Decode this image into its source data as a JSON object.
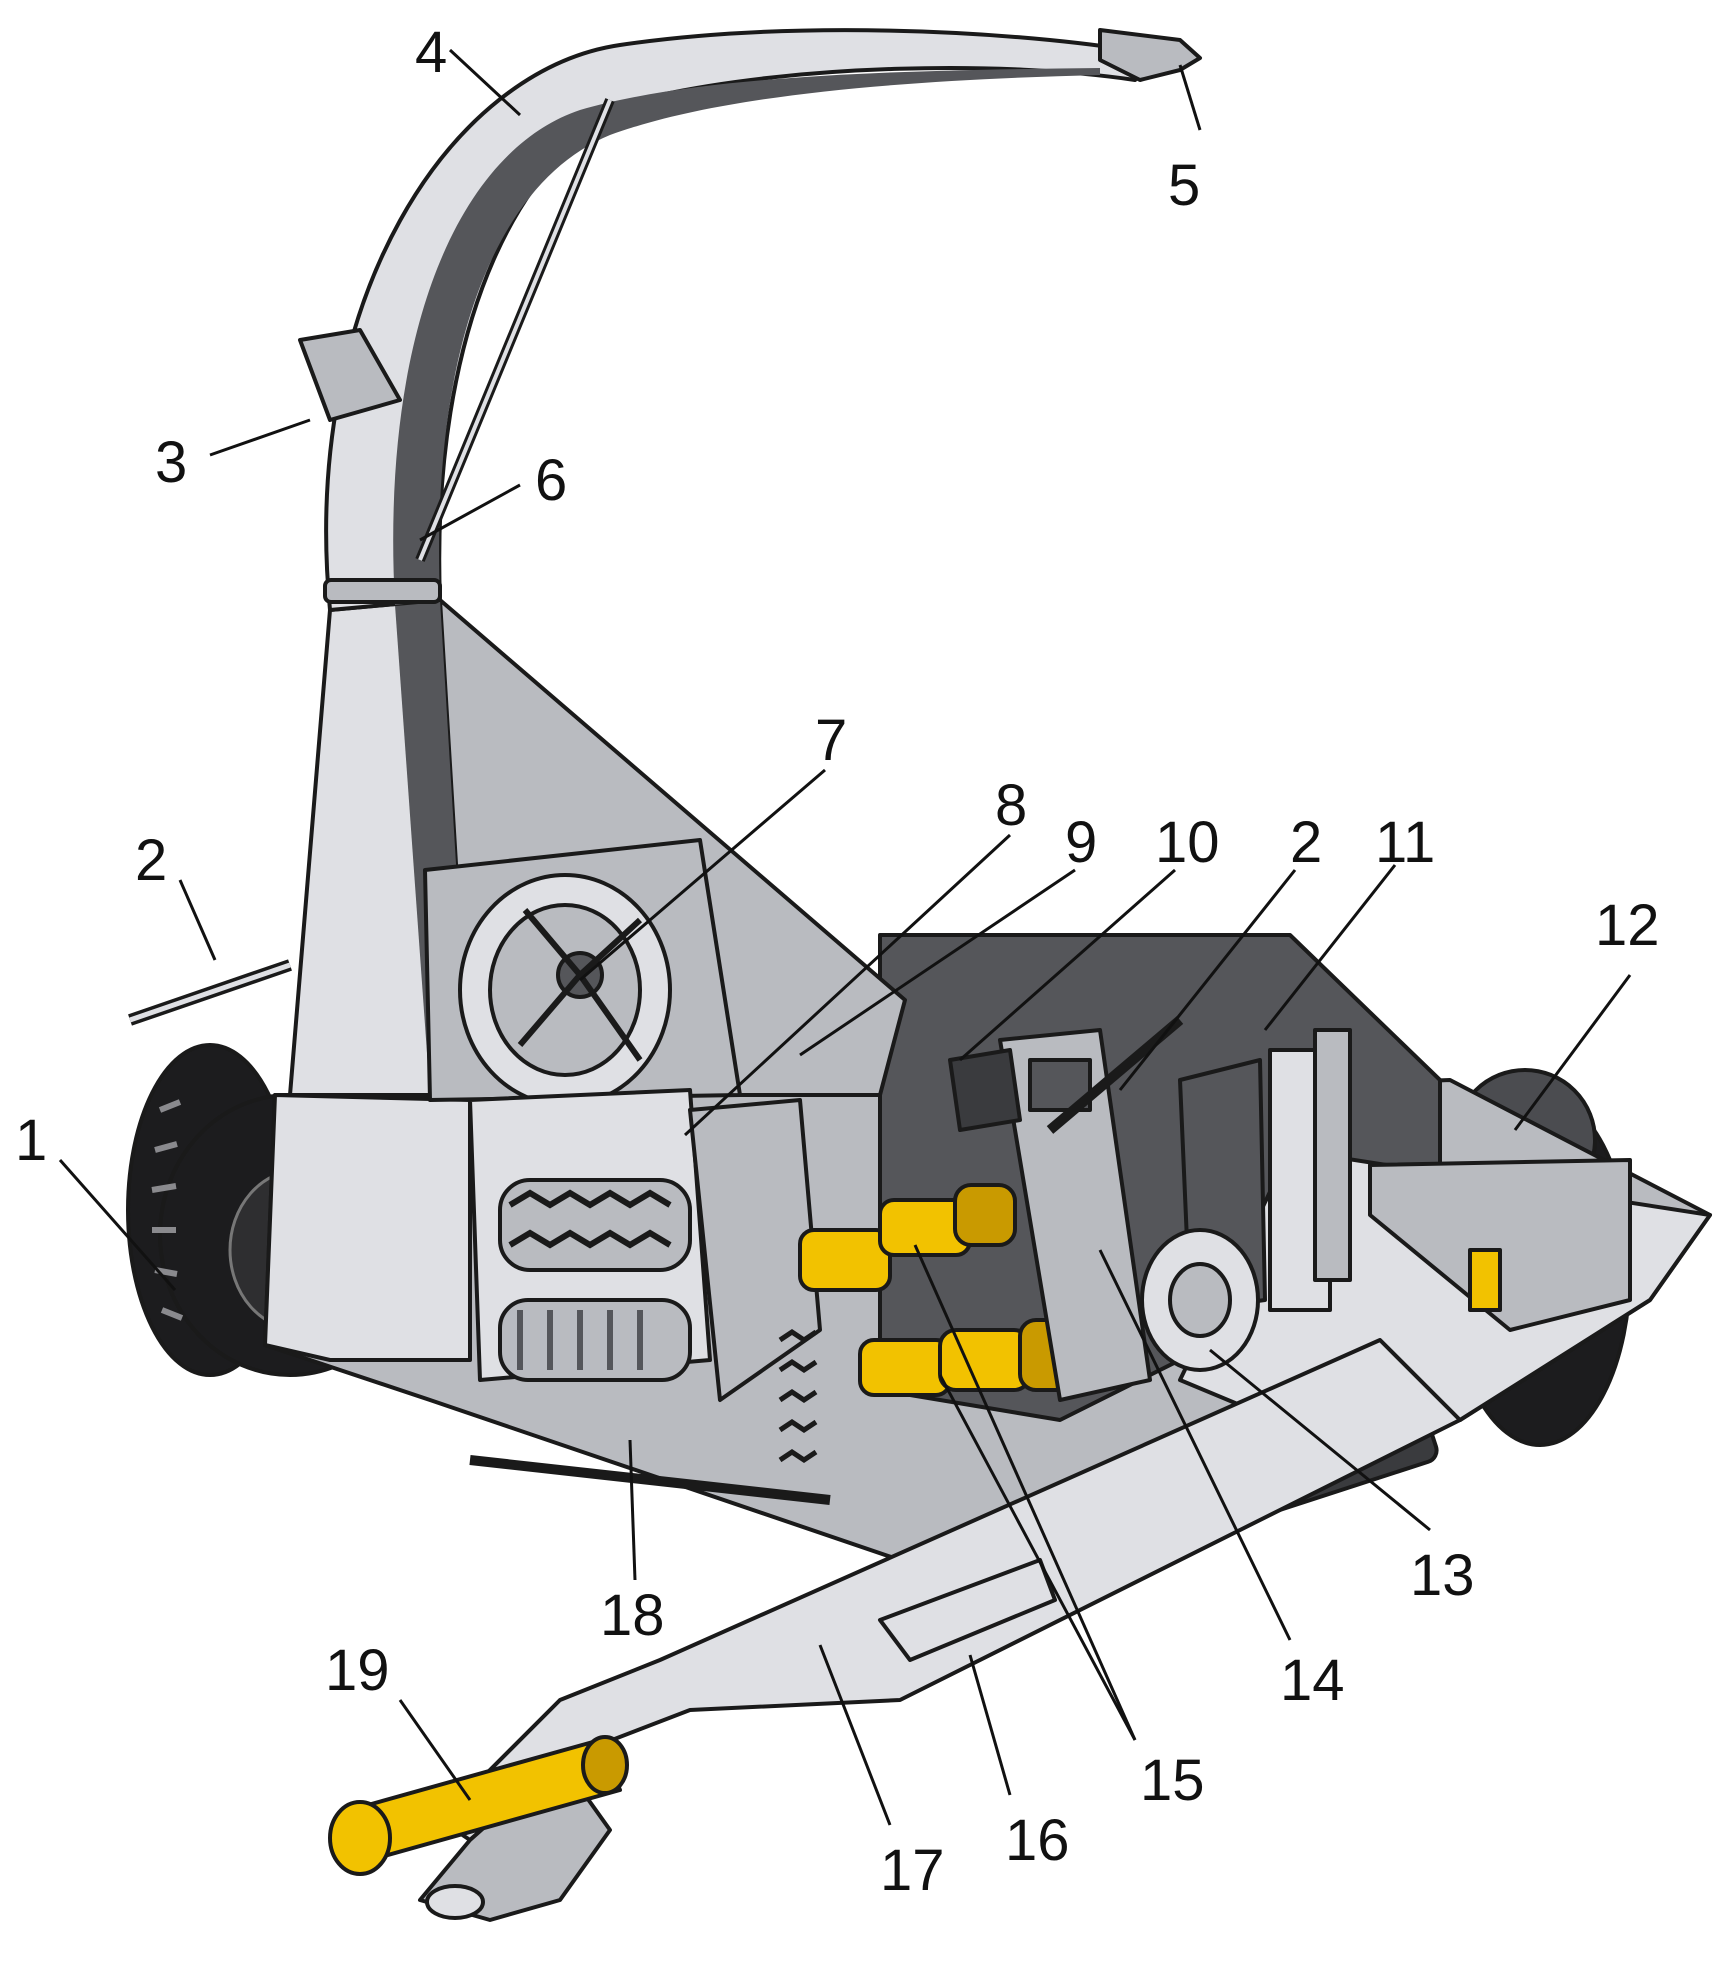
{
  "colors": {
    "body_light": "#dfe0e4",
    "body_mid": "#b9bbc0",
    "body_dark": "#55565a",
    "tyre": "#1c1c1e",
    "driveshaft_yellow": "#f2c200",
    "outline": "#1a1a1a"
  },
  "callouts": {
    "c1": "1",
    "c2a": "2",
    "c2b": "2",
    "c3": "3",
    "c4": "4",
    "c5": "5",
    "c6": "6",
    "c7": "7",
    "c8": "8",
    "c9": "9",
    "c10": "10",
    "c11": "11",
    "c12": "12",
    "c13": "13",
    "c14": "14",
    "c15": "15",
    "c16": "16",
    "c17": "17",
    "c18": "18",
    "c19": "19"
  }
}
